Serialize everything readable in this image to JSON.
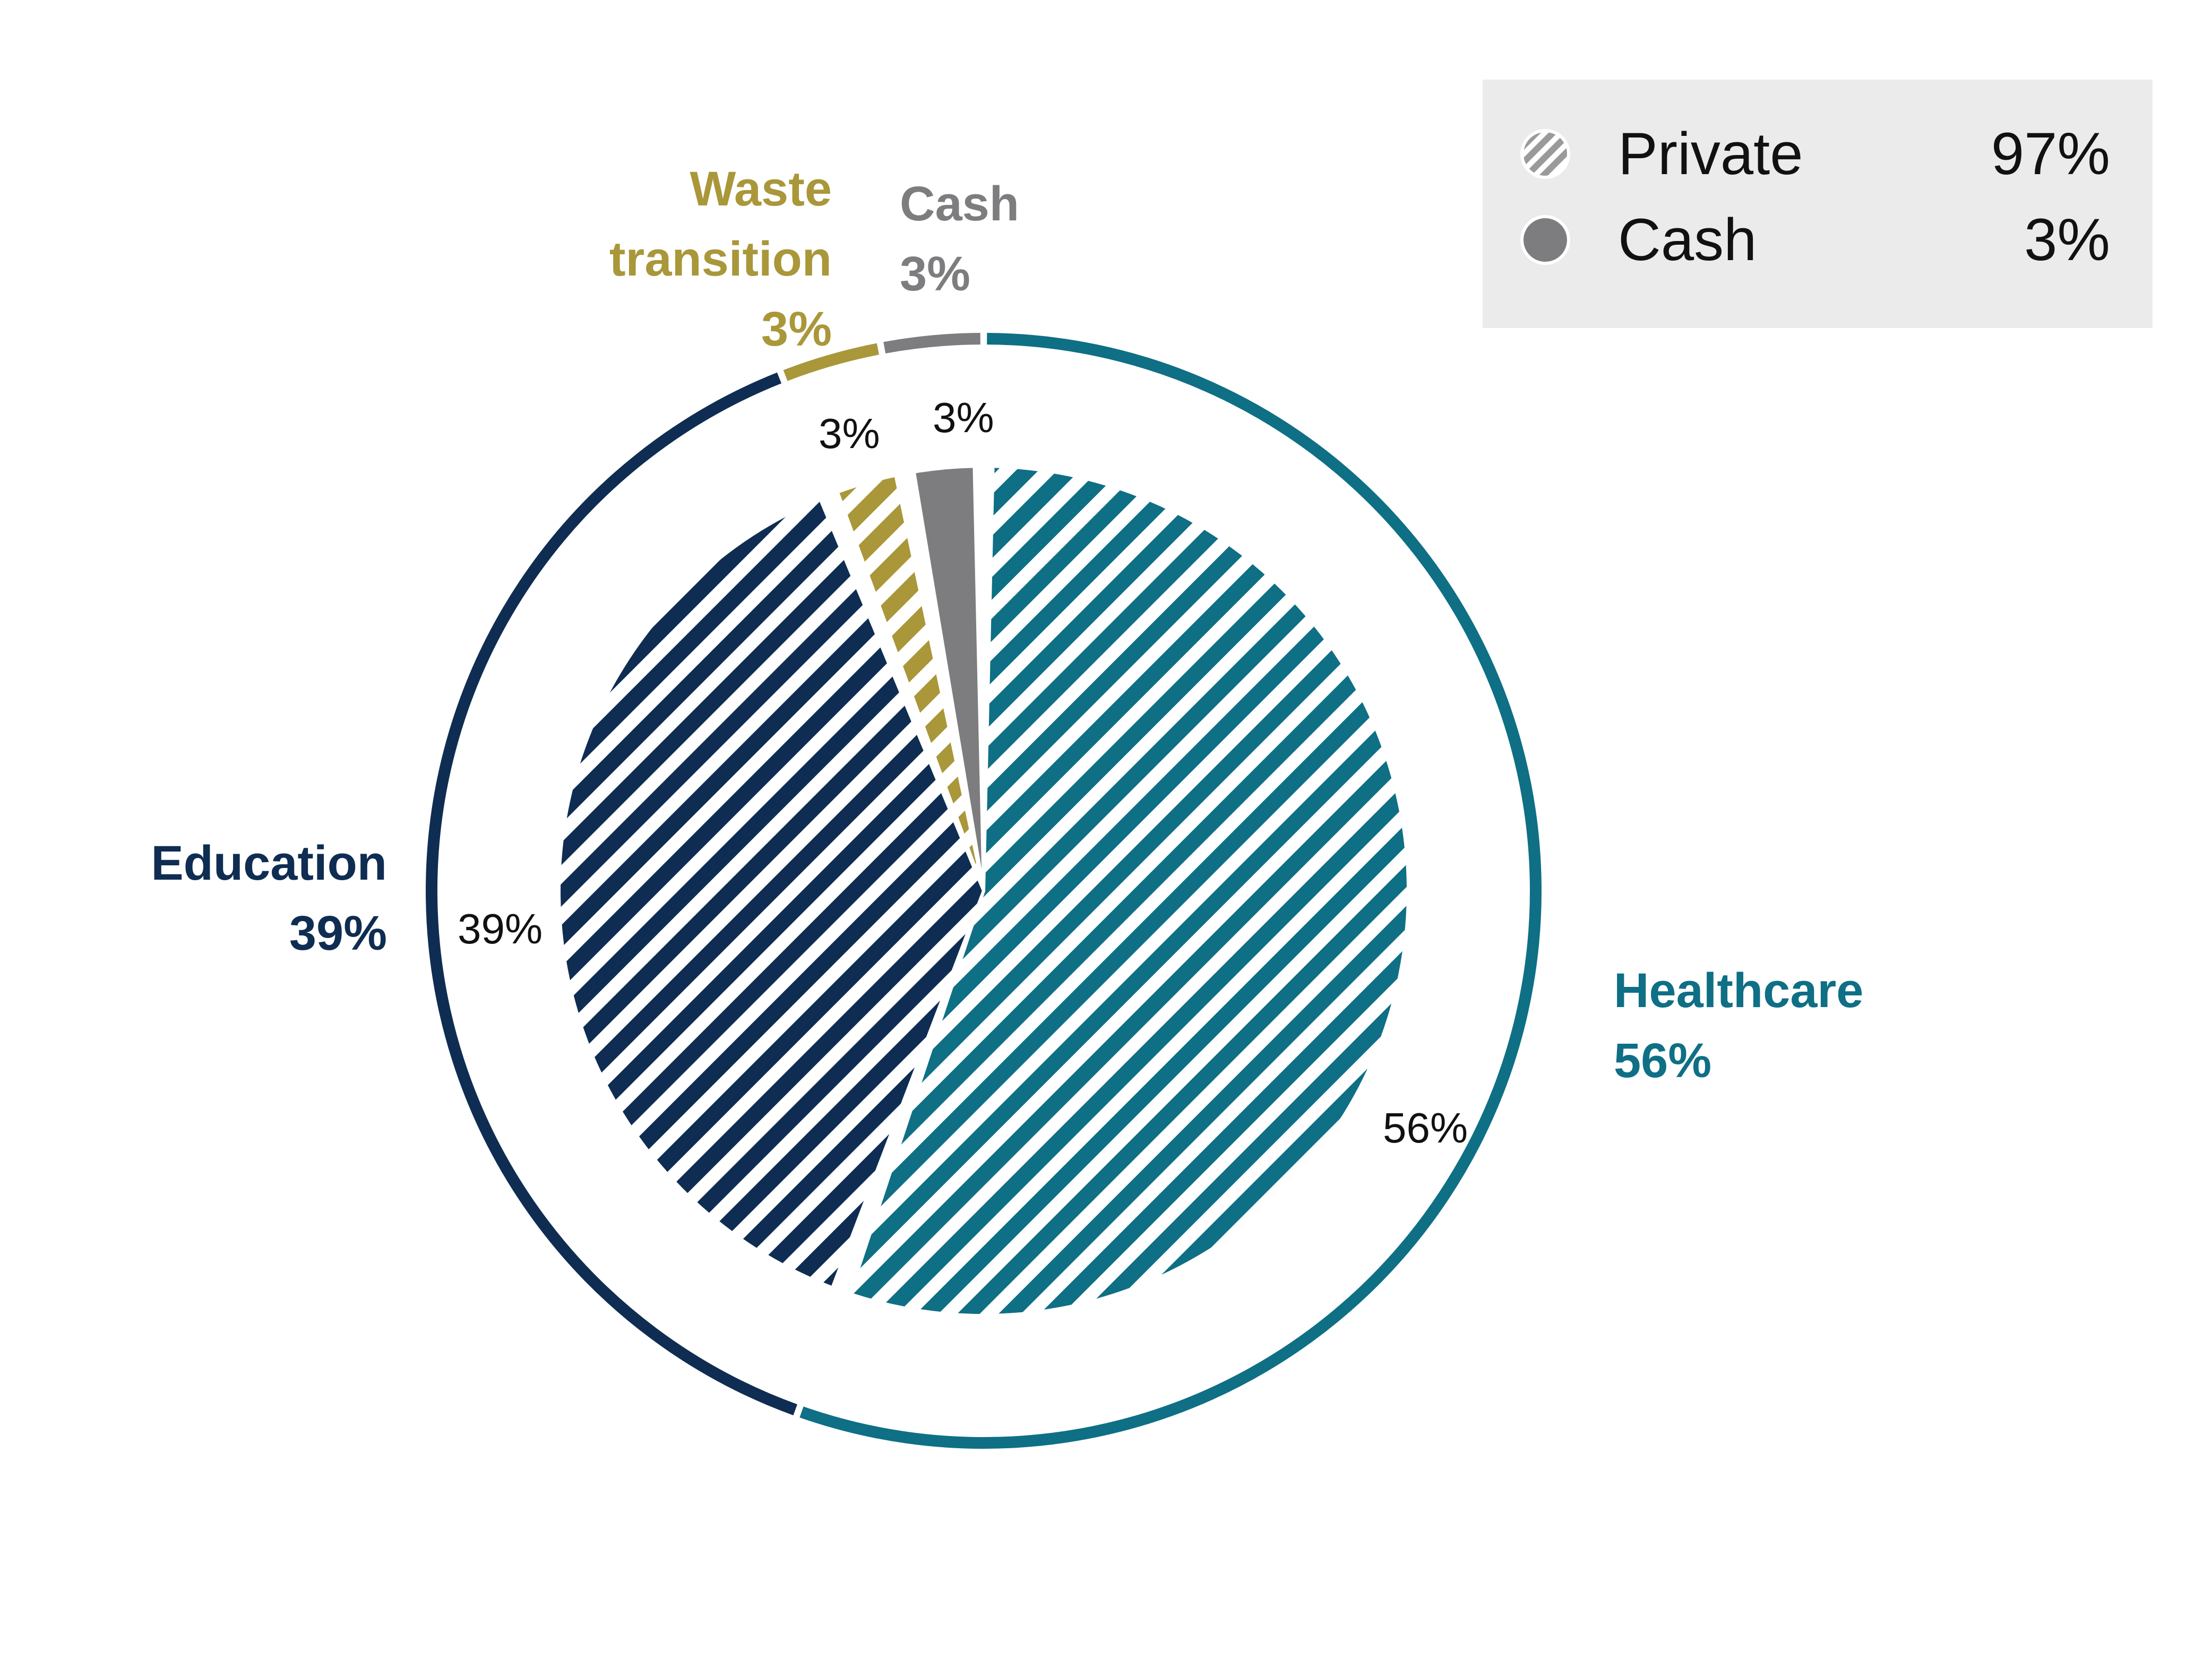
{
  "chart_data": {
    "type": "pie",
    "categories": [
      "Healthcare",
      "Education",
      "Waste transition",
      "Cash"
    ],
    "values": [
      56,
      39,
      3,
      3
    ],
    "slice_labels": [
      "56%",
      "39%",
      "3%",
      "3%"
    ],
    "colors": [
      "#0e6f85",
      "#0f2d52",
      "#a9973a",
      "#7d7d80"
    ],
    "patterns": [
      "striped",
      "striped",
      "striped",
      "solid"
    ],
    "outer_labels": [
      {
        "lines": [
          "Healthcare",
          "56%"
        ]
      },
      {
        "lines": [
          "Education",
          "39%"
        ]
      },
      {
        "lines": [
          "Waste",
          "transition",
          "3%"
        ]
      },
      {
        "lines": [
          "Cash",
          "3%"
        ]
      }
    ],
    "legend": [
      {
        "label": "Private",
        "value": "97%",
        "swatch": "striped",
        "color": "#9a9a9a"
      },
      {
        "label": "Cash",
        "value": "3%",
        "swatch": "solid",
        "color": "#7d7d80"
      }
    ],
    "legend_position": "top-right"
  }
}
